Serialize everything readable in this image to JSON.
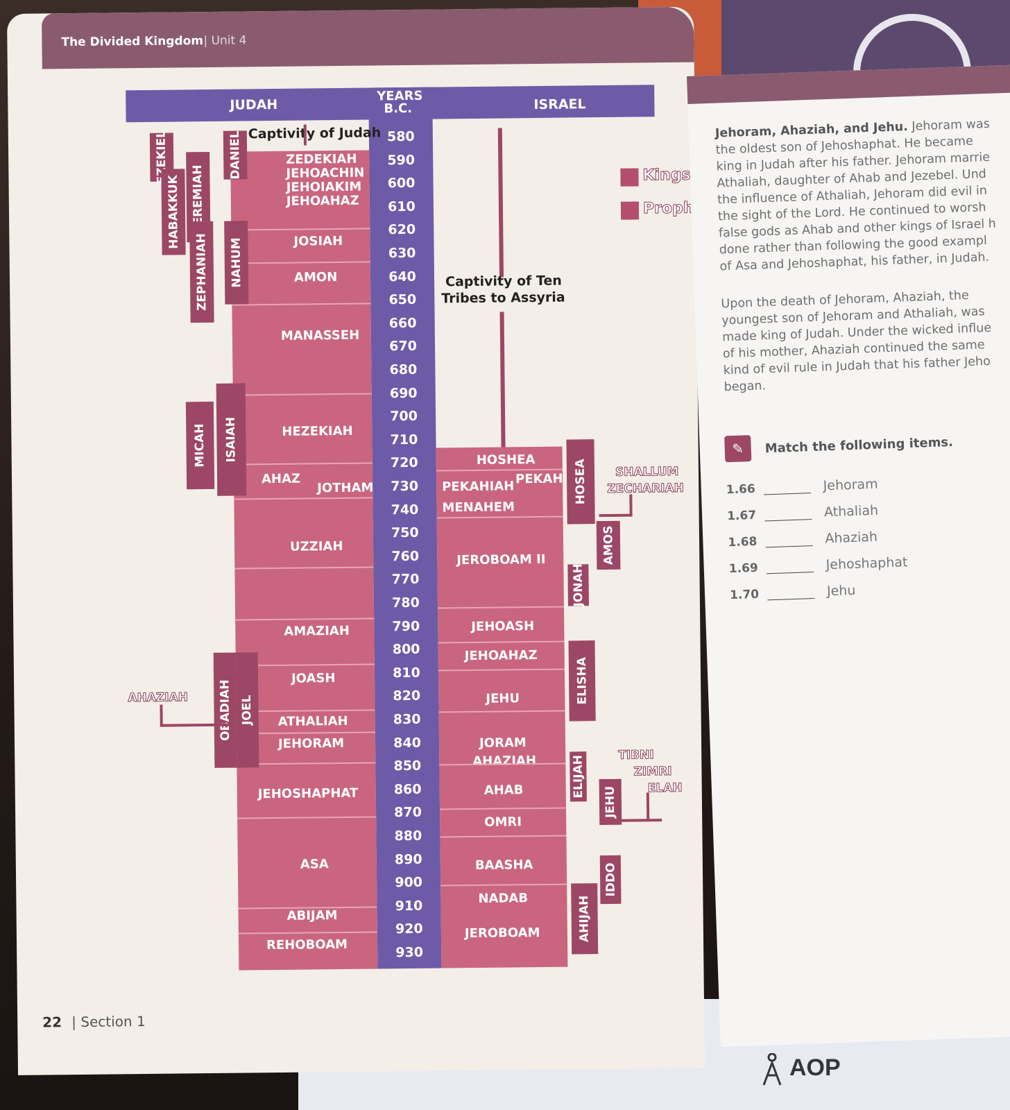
{
  "header": {
    "title": "The Divided Kingdom",
    "unit": "Unit 4"
  },
  "footer": {
    "page_number": "22",
    "section": "Section 1"
  },
  "chart": {
    "judah_header": "JUDAH",
    "years_header_line1": "YEARS",
    "years_header_line2": "B.C.",
    "israel_header": "ISRAEL",
    "captivity_judah": "Captivity of Judah",
    "captivity_israel_line1": "Captivity of Ten",
    "captivity_israel_line2": "Tribes to Assyria",
    "years": [
      "580",
      "590",
      "600",
      "610",
      "620",
      "630",
      "640",
      "650",
      "660",
      "670",
      "680",
      "690",
      "700",
      "710",
      "720",
      "730",
      "740",
      "750",
      "760",
      "770",
      "780",
      "790",
      "800",
      "810",
      "820",
      "830",
      "840",
      "850",
      "860",
      "870",
      "880",
      "890",
      "900",
      "910",
      "920",
      "930"
    ],
    "judah_kings": [
      "ZEDEKIAH",
      "JEHOACHIN",
      "JEHOIAKIM",
      "JEHOAHAZ",
      "JOSIAH",
      "AMON",
      "MANASSEH",
      "HEZEKIAH",
      "AHAZ",
      "JOTHAM",
      "UZZIAH",
      "AMAZIAH",
      "JOASH",
      "ATHALIAH",
      "JEHORAM",
      "JEHOSHAPHAT",
      "ASA",
      "ABIJAM",
      "REHOBOAM"
    ],
    "israel_kings": [
      "HOSHEA",
      "PEKAH",
      "PEKAHIAH",
      "MENAHEM",
      "JEROBOAM II",
      "JEHOASH",
      "JEHOAHAZ",
      "JEHU",
      "JORAM",
      "AHAZIAH",
      "AHAB",
      "OMRI",
      "BAASHA",
      "NADAB",
      "JEROBOAM"
    ],
    "judah_prophets": [
      "EZEKIEL",
      "HABAKKUK",
      "JEREMIAH",
      "DANIEL",
      "ZEPHANIAH",
      "NAHUM",
      "MICAH",
      "ISAIAH",
      "OBADIAH",
      "JOEL"
    ],
    "israel_prophets": [
      "HOSEA",
      "AMOS",
      "JONAH",
      "ELISHA",
      "ELIJAH",
      "JEHU",
      "IDDO",
      "AHIJAH"
    ],
    "outlined_names": [
      "AHAZIAH",
      "SHALLUM",
      "ZECHARIAH",
      "TIBNI",
      "ZIMRI",
      "ELAH"
    ],
    "legend": [
      "Kings",
      "Prophe"
    ]
  },
  "right_page": {
    "para1_bold": "Jehoram, Ahaziah, and Jehu.",
    "para1_lines": [
      " Jehoram was",
      "the oldest son of Jehoshaphat. He became",
      "king in Judah after his father. Jehoram marrie",
      "Athaliah, daughter of Ahab and Jezebel. Und",
      "the influence of Athaliah, Jehoram did evil in",
      "the sight of the Lord. He continued to worsh",
      "false gods as Ahab and other kings of Israel h",
      "done rather than following the good exampl",
      "of Asa and Jehoshaphat, his father, in Judah."
    ],
    "para2_lines": [
      "Upon the death of Jehoram, Ahaziah, the",
      "youngest son of Jehoram and Athaliah, was",
      "made king of Judah. Under the wicked influe",
      "of his mother, Ahaziah continued the same",
      "kind of evil rule in Judah that his father Jeho",
      "began."
    ],
    "match_title": "Match the following items.",
    "items": [
      {
        "num": "1.66",
        "text": "Jehoram"
      },
      {
        "num": "1.67",
        "text": "Athaliah"
      },
      {
        "num": "1.68",
        "text": "Ahaziah"
      },
      {
        "num": "1.69",
        "text": "Jehoshaphat"
      },
      {
        "num": "1.70",
        "text": "Jehu"
      }
    ]
  },
  "brand": "AOP"
}
